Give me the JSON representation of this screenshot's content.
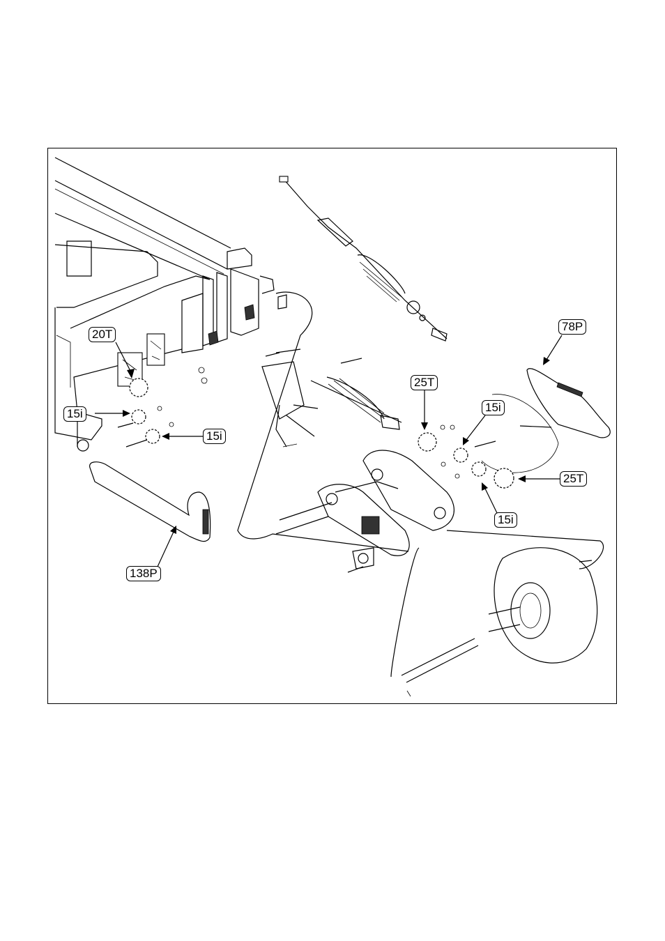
{
  "diagram": {
    "callouts": {
      "c20T": "20T",
      "c15i_a": "15i",
      "c15i_b": "15i",
      "c25T_a": "25T",
      "c15i_c": "15i",
      "c25T_b": "25T",
      "c15i_d": "15i",
      "c78P": "78P",
      "c138P": "138P"
    }
  }
}
